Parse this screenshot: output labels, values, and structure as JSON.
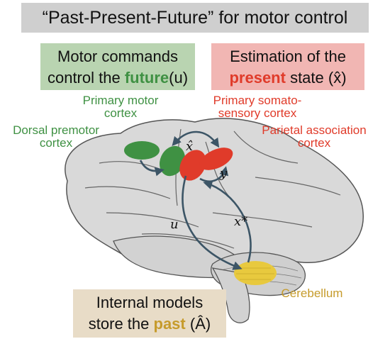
{
  "title": "“Past-Present-Future” for motor control",
  "motor_box": {
    "line1": "Motor commands",
    "line2_prefix": "control the ",
    "line2_emph": "future",
    "line2_suffix": "(u)"
  },
  "estimation_box": {
    "line1": "Estimation of the",
    "line2_emph": "present",
    "line2_suffix": " state (x̂)"
  },
  "internal_box": {
    "line1": "Internal models",
    "line2_prefix": "store the ",
    "line2_emph": "past",
    "line2_suffix": " (Â)"
  },
  "labels": {
    "primary_motor_1": "Primary motor",
    "primary_motor_2": "cortex",
    "dorsal_premotor_1": "Dorsal premotor",
    "dorsal_premotor_2": "cortex",
    "somato_1": "Primary somato-",
    "somato_2": "sensory cortex",
    "parietal_1": "Parietal association",
    "parietal_2": "cortex",
    "cerebellum": "Cerebellum"
  },
  "symbols": {
    "x_hat": "x̂",
    "y": "y",
    "u": "u",
    "x_star": "x*"
  },
  "colors": {
    "green": "#3f9143",
    "red": "#e03b2a",
    "gold": "#e8c93e",
    "arrow": "#3c5566",
    "brain": "#d9d9d9"
  }
}
